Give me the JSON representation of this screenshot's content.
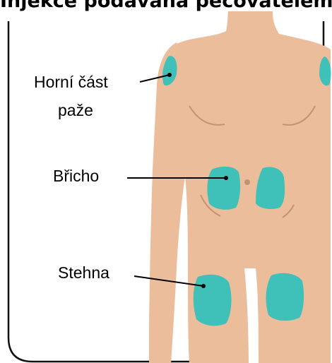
{
  "title": "Injekce podávaná pečovatelem",
  "labels": {
    "upper_arm_line1": "Horní část",
    "upper_arm_line2": "paže",
    "abdomen": "Břicho",
    "thighs": "Stehna"
  },
  "colors": {
    "skin": "#ECBD9A",
    "skin_line": "#C49275",
    "injection_site": "#3FC0B9",
    "frame": "#111111"
  }
}
